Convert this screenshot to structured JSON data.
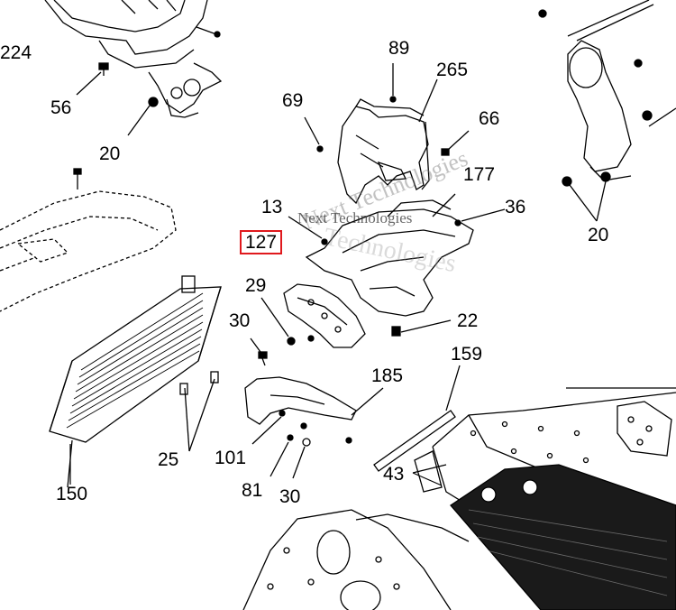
{
  "callouts": {
    "c224": "224",
    "c56": "56",
    "c20a": "20",
    "c89": "89",
    "c265": "265",
    "c69": "69",
    "c66": "66",
    "c177": "177",
    "c13": "13",
    "c36": "36",
    "c20b": "20",
    "c127": "127",
    "c29": "29",
    "c22": "22",
    "c30a": "30",
    "c159": "159",
    "c185": "185",
    "c25": "25",
    "c101": "101",
    "c43": "43",
    "c81": "81",
    "c30b": "30",
    "c150": "150"
  },
  "watermark": {
    "line1": "Next Technologies",
    "line2": "Next Technologies",
    "line3": "Technologies"
  },
  "colors": {
    "line": "#000000",
    "highlight": "#e0191d",
    "background": "#ffffff"
  }
}
